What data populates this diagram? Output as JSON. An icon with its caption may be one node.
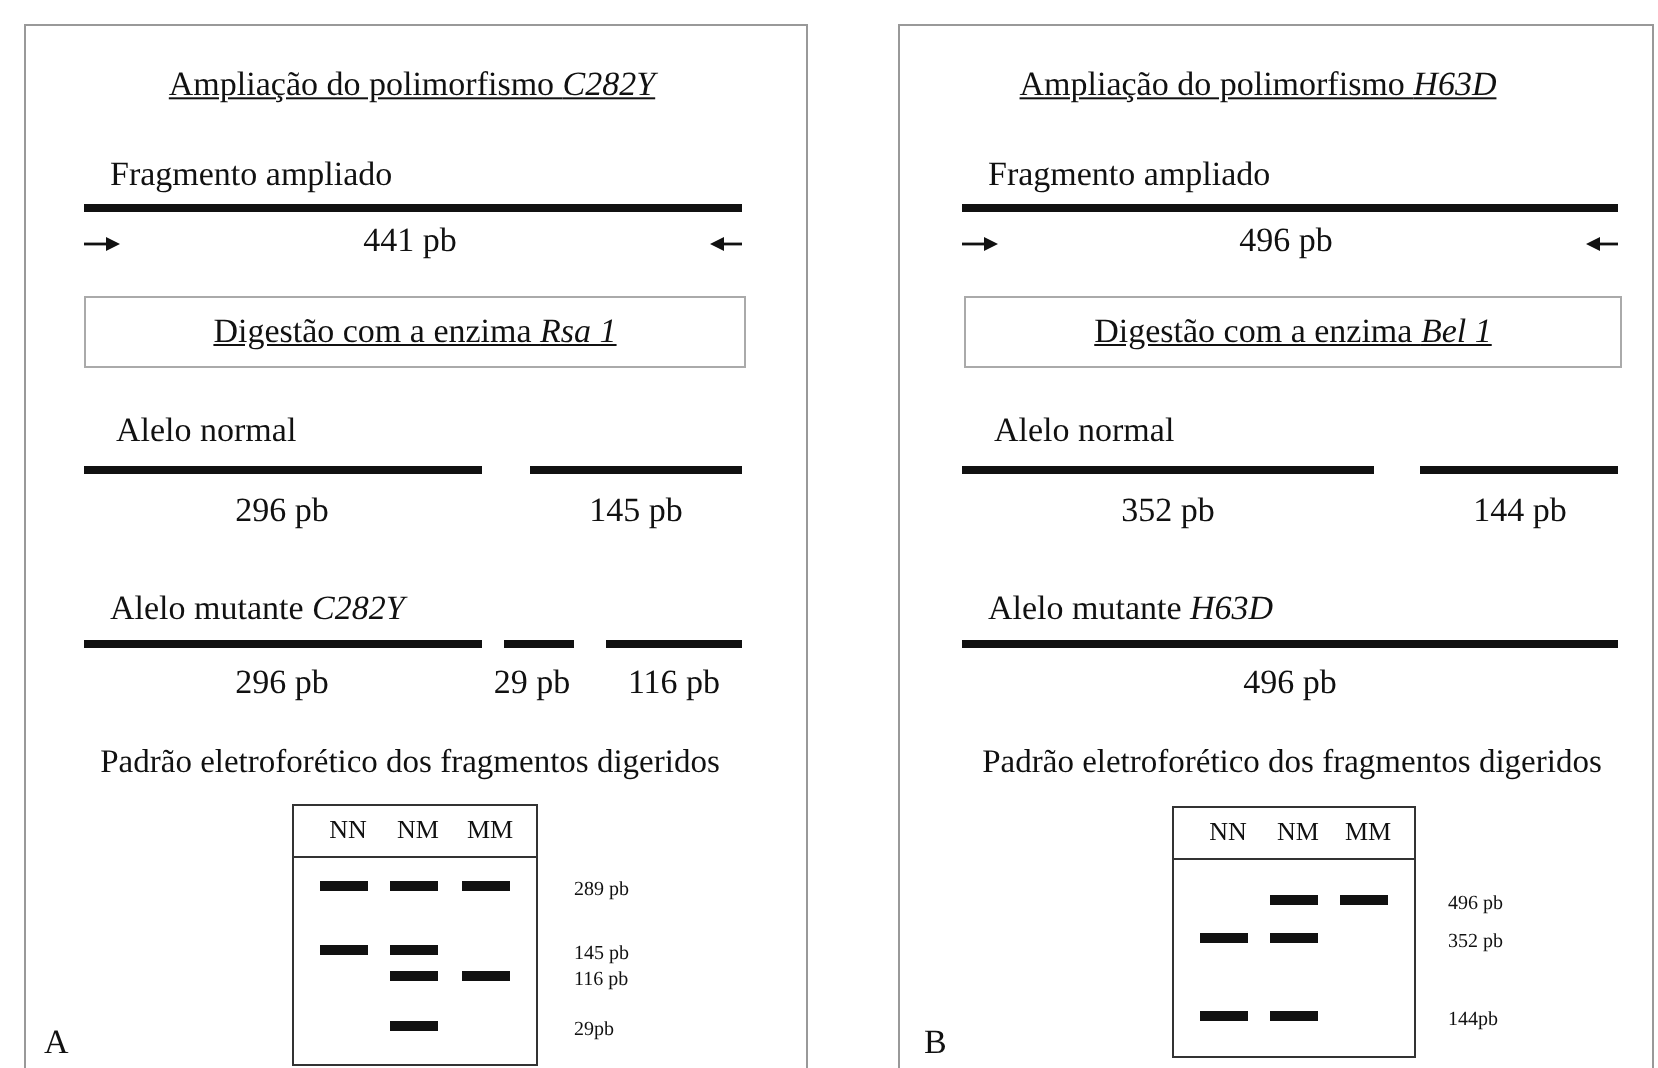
{
  "diagram": {
    "nodes": [
      {
        "text": [
          "Ampliação do polimorfismo *C282Y*"
        ]
      },
      {
        "text": [
          "Digestão com a enzima *Rsa 1*"
        ],
        "in": 0
      },
      {
        "text": [
          "NN",
          "NM",
          "MM"
        ],
        "in": 0,
        "beside": [
          "289 pb",
          "145 pb",
          "116 pb",
          "29pb"
        ]
      },
      {
        "text": [
          "Ampliação do polimorfismo *H63D*"
        ]
      },
      {
        "text": [
          "Digestão com a enzima *Bel 1*"
        ],
        "in": 3
      },
      {
        "text": [
          "NN",
          "NM",
          "MM"
        ],
        "in": 3,
        "beside": [
          "496 pb",
          "352 pb",
          "144pb"
        ]
      }
    ],
    "labels": [
      "Fragmento ampliado",
      "441 pb",
      "Alelo normal",
      "296 pb",
      "145 pb",
      "Alelo mutante *C282Y*",
      "296 pb",
      "29 pb",
      "116 pb",
      "Padrão eletroforético dos fragmentos digeridos",
      "A",
      "Fragmento ampliado",
      "496 pb",
      "Alelo normal",
      "352 pb",
      "144 pb",
      "Alelo mutante *H63D*",
      "496 pb",
      "Padrão eletroforético dos fragmentos digeridos",
      "B"
    ]
  }
}
